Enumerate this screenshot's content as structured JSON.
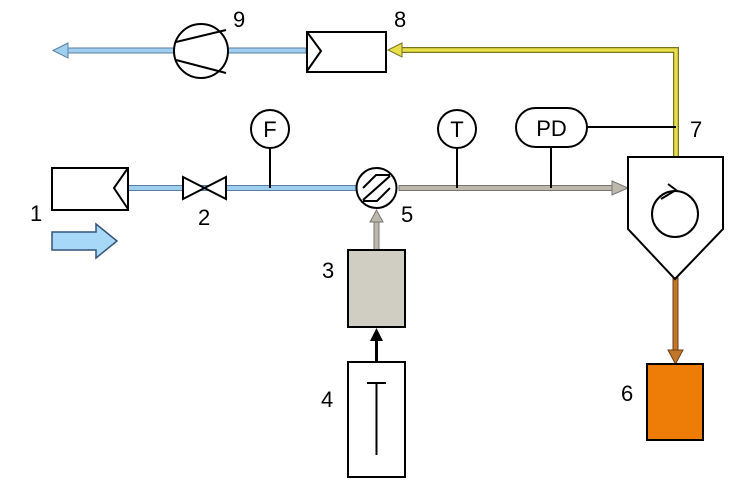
{
  "labels": {
    "n1": "1",
    "n2": "2",
    "n3": "3",
    "n4": "4",
    "n5": "5",
    "n6": "6",
    "n7": "7",
    "n8": "8",
    "n9": "9"
  },
  "instruments": {
    "flow": "F",
    "temperature": "T",
    "pressure_diff": "PD"
  },
  "colors": {
    "air_line": "#9fcfef",
    "air_line_border": "#5a7fa0",
    "mix_line": "#bdb8ad",
    "mix_line_border": "#7a766d",
    "exhaust_line": "#e8e04a",
    "exhaust_line_border": "#7a7320",
    "product_line": "#c2762a",
    "powder_feeder": "#d0cdc3",
    "collector": "#ee7d07",
    "arrow_fill": "#a8d8f8"
  }
}
